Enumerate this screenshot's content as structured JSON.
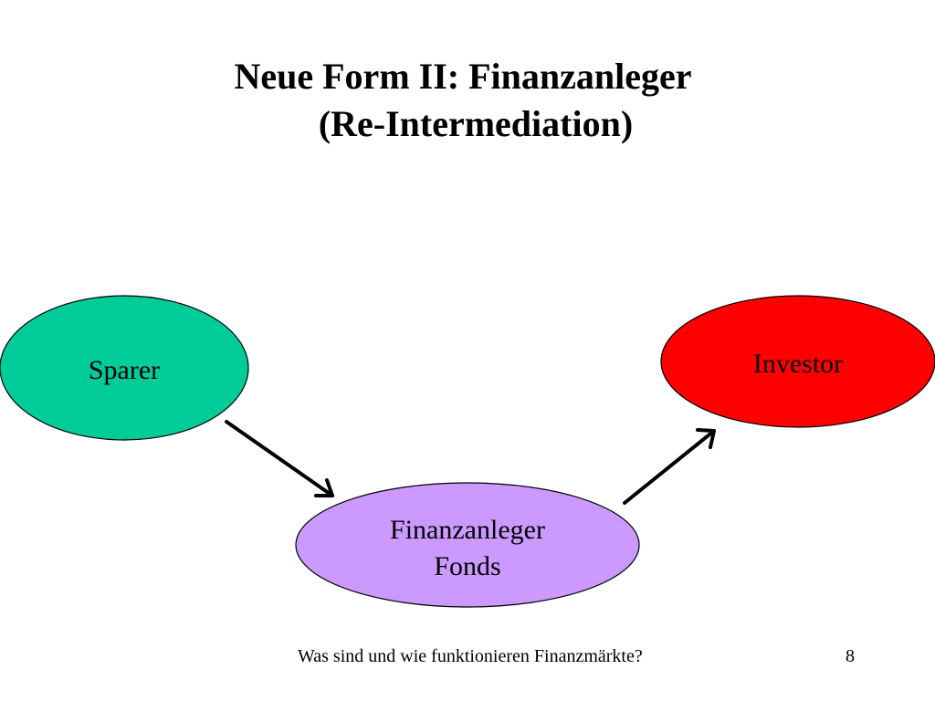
{
  "title": {
    "line1": "Neue Form II: Finanzanleger",
    "line2": "(Re-Intermediation)"
  },
  "nodes": {
    "sparer": {
      "label": "Sparer",
      "color": "#00cc99"
    },
    "finanzanleger": {
      "label_line1": "Finanzanleger",
      "label_line2": "Fonds",
      "color": "#cc99ff"
    },
    "investor": {
      "label": "Investor",
      "color": "#ff0000"
    }
  },
  "footer": {
    "text": "Was sind und wie funktionieren Finanzmärkte?",
    "page_number": "8"
  }
}
